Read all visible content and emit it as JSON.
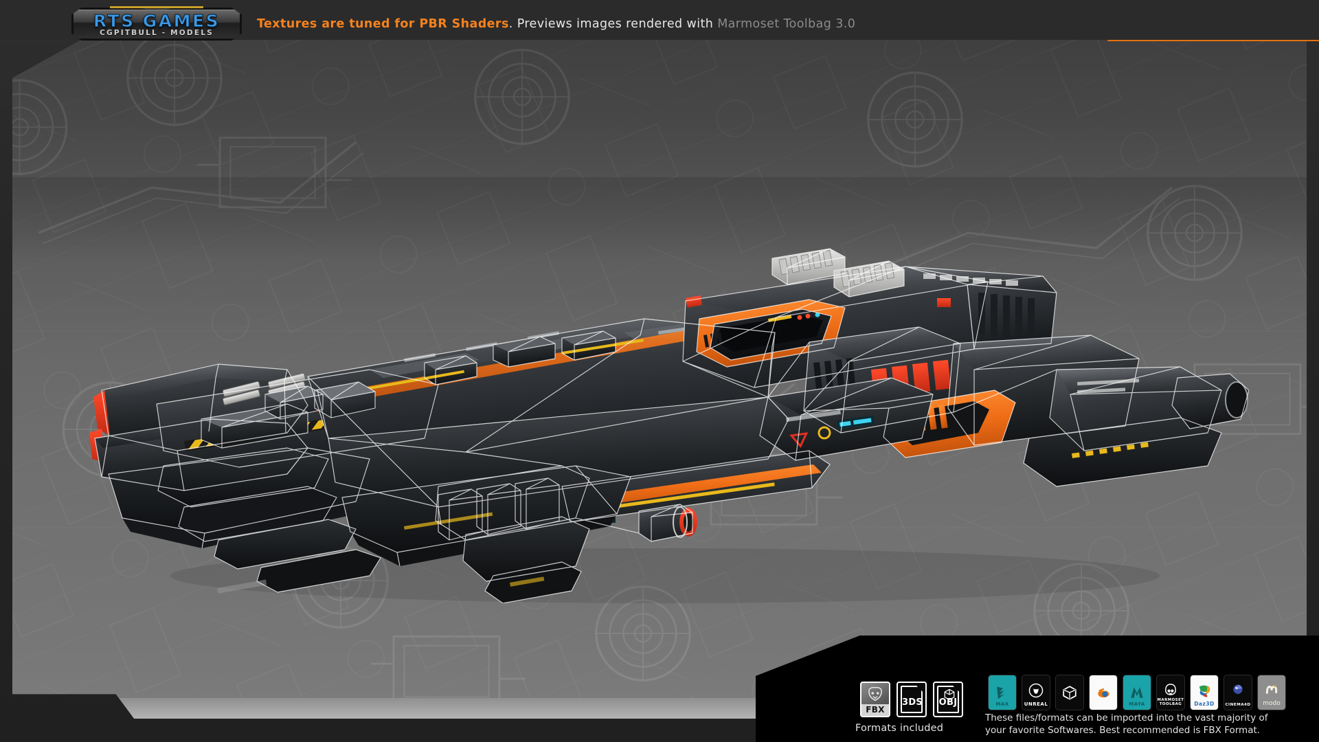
{
  "brand": {
    "logo_main": "RTS GAMES",
    "logo_sub": "CGPITBULL - MODELS"
  },
  "header": {
    "highlight": "Textures are tuned for PBR Shaders",
    "middle": ". Previews images rendered with ",
    "dim": "Marmoset Toolbag 3.0",
    "accent_color": "#f5821e"
  },
  "viewport": {
    "subject": "sci-fi capital warship 3d model render with wireframe overlay",
    "background": "embossed technical blueprint pattern on grey gradient"
  },
  "formats": {
    "caption": "Formats included",
    "items": [
      {
        "id": "fbx-icon",
        "label": "FBX"
      },
      {
        "id": "3ds-icon",
        "label": "3DS"
      },
      {
        "id": "obj-icon",
        "label": "OBJ"
      }
    ]
  },
  "software": {
    "note_line1": "These files/formats can be imported into the vast majority of",
    "note_line2": "your favorite Softwares. Best recommended is FBX Format.",
    "items": [
      {
        "id": "3dsmax-icon",
        "label": "MAX",
        "bg": "#1aa3a8",
        "fg": "#0d5f63"
      },
      {
        "id": "unreal-icon",
        "label": "UNREAL",
        "bg": "#0a0a0a",
        "fg": "#ffffff"
      },
      {
        "id": "unity-icon",
        "label": "",
        "bg": "#0a0a0a",
        "fg": "#ffffff"
      },
      {
        "id": "blender-icon",
        "label": "",
        "bg": "#fafafa",
        "fg": "#ea7600"
      },
      {
        "id": "maya-icon",
        "label": "MAYA",
        "bg": "#1aa3a8",
        "fg": "#0d5f63"
      },
      {
        "id": "marmoset-icon",
        "label": "MARMOSET TOOLBAG",
        "bg": "#0a0a0a",
        "fg": "#ffffff"
      },
      {
        "id": "daz3d-icon",
        "label": "Daz3D",
        "bg": "#fafafa",
        "fg": "#2a9d4a"
      },
      {
        "id": "cinema4d-icon",
        "label": "CINEMA4D",
        "bg": "#0a0a0a",
        "fg": "#ffffff"
      },
      {
        "id": "modo-icon",
        "label": "modo",
        "bg": "#8e8e8e",
        "fg": "#f6f2e4"
      }
    ]
  }
}
